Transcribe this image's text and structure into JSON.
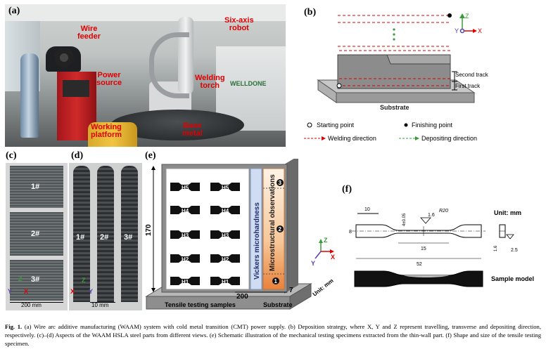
{
  "panels": {
    "a": "(a)",
    "b": "(b)",
    "c": "(c)",
    "d": "(d)",
    "e": "(e)",
    "f": "(f)"
  },
  "photo_a": {
    "wire_feeder": "Wire\nfeeder",
    "six_axis_robot": "Six-axis\nrobot",
    "power_source": "Power\nsource",
    "welding_torch": "Welding\ntorch",
    "working_platform": "Working\nplatform",
    "base_metal": "Base\nmetal",
    "brand": "WELLDONE"
  },
  "diagram_b": {
    "axis_z": "Z",
    "axis_y": "Y",
    "axis_x": "X",
    "second_track": "Second track",
    "first_track": "First track",
    "substrate": "Substrate",
    "legend_start": "Starting point",
    "legend_finish": "Finishing point",
    "legend_welding": "Welding direction",
    "legend_depositing": "Depositing direction"
  },
  "photo_c": {
    "samples": [
      "1#",
      "2#",
      "3#"
    ],
    "axis_z": "Z",
    "axis_y": "Y",
    "axis_x": "X",
    "scale": "200 mm"
  },
  "photo_d": {
    "samples": [
      "1#",
      "2#",
      "3#"
    ],
    "axis_z": "Z",
    "axis_x": "X",
    "axis_y": "Y",
    "scale": "10 mm"
  },
  "diagram_e": {
    "specimen_rows": [
      [
        "H5",
        "H5"
      ],
      [
        "H4",
        "H4"
      ],
      [
        "H3",
        "H3"
      ],
      [
        "H2",
        "H2"
      ],
      [
        "H1",
        "H1"
      ]
    ],
    "vickers": "Vickers microhardness",
    "micro": "Microstructural observations",
    "markers": [
      "3",
      "2",
      "1"
    ],
    "dim_height": "170",
    "dim_width": "200",
    "dim_thick": "7",
    "unit": "Unit: mm",
    "tensile_label": "Tensile testing samples",
    "substrate": "Substrate",
    "axis_z": "Z",
    "axis_x": "X",
    "axis_y": "Y"
  },
  "drawing_f": {
    "dim_10": "10",
    "dim_tol": "4±0.05",
    "dim_16": "1.6",
    "dim_r20": "R20",
    "dim_8": "8",
    "dim_15": "15",
    "dim_52": "52",
    "dim_16b": "1.6",
    "dim_25": "2.5",
    "unit": "Unit: mm",
    "sample_model": "Sample model"
  },
  "caption": {
    "lead": "Fig. 1.",
    "text": "(a) Wire arc additive manufacturing (WAAM) system with cold metal transition (CMT) power supply. (b) Deposition strategy, where X, Y and Z represent travelling, transverse and depositing direction, respectively. (c)–(d) Aspects of the WAAM HSLA steel parts from different views. (e) Schematic illustration of the mechanical testing specimens extracted from the thin-wall part. (f) Shape and size of the tensile testing specimen."
  }
}
